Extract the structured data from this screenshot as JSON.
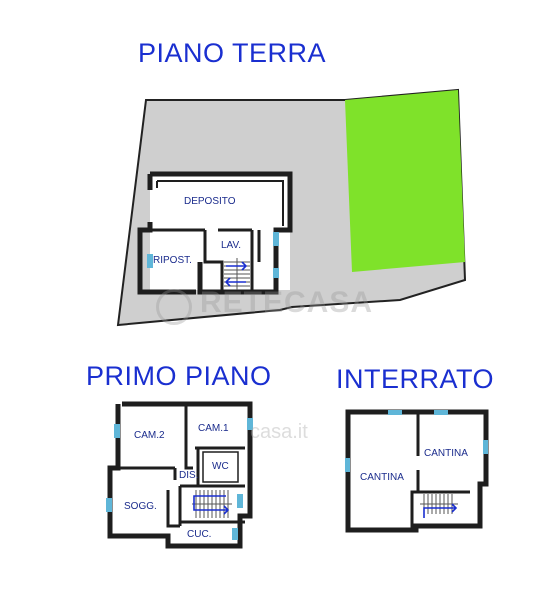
{
  "floors": {
    "ground": {
      "title": "PIANO TERRA",
      "rooms": {
        "deposito": "DEPOSITO",
        "ripost": "RIPOST.",
        "lav": "LAV."
      }
    },
    "first": {
      "title": "PRIMO PIANO",
      "rooms": {
        "cam2": "CAM.2",
        "cam1": "CAM.1",
        "dis": "DIS.",
        "wc": "WC",
        "sogg": "SOGG.",
        "cuc": "CUC."
      }
    },
    "basement": {
      "title": "INTERRATO",
      "rooms": {
        "cantina_left": "CANTINA",
        "cantina_right": "CANTINA"
      }
    }
  },
  "watermark": {
    "brand": "RETECASA",
    "secondary": "casa.it"
  },
  "colors": {
    "title": "#1a2fd0",
    "garden": "#7fe22a",
    "yard": "#cfcfcf",
    "wall": "#1e1e1e",
    "window": "#5fb6d8",
    "label": "#1a2b8c"
  }
}
